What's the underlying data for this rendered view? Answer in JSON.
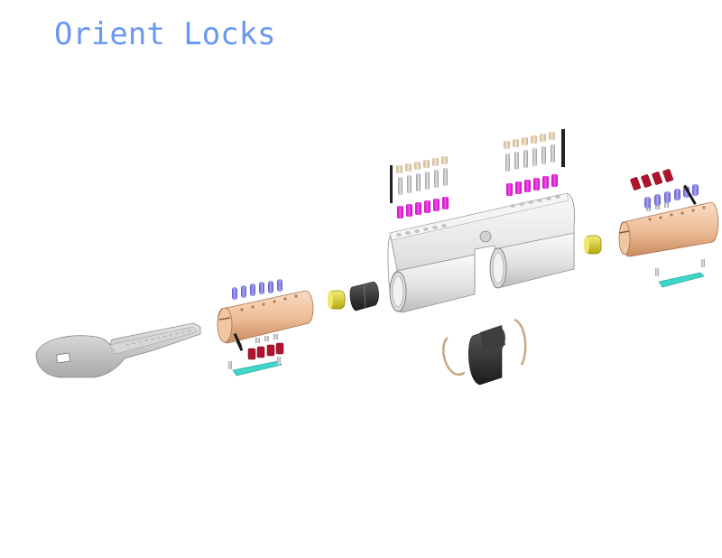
{
  "title": "Orient Locks",
  "colors": {
    "title": "#6a98f0",
    "background": "#ffffff",
    "key": "#c8c8c8",
    "plug_brass": "#efbf9a",
    "upper_pins_beige": "#e8d2b6",
    "pin_silver": "#c9c9c9",
    "driver_pins_magenta": "#e21bd8",
    "key_pins_blue": "#8a86e6",
    "side_bars_red": "#b0142c",
    "side_slider_cyan": "#3fd6c8",
    "retaining_cap_yellow": "#e2d82a",
    "cam_black": "#2e2e2e",
    "housing_silver": "#e6e6e6"
  },
  "diagram": {
    "type": "exploded-view",
    "subject": "euro profile double cylinder lock",
    "components": [
      {
        "name": "key"
      },
      {
        "name": "left-plug",
        "key_pins": 6,
        "side_bars": 4
      },
      {
        "name": "left-retaining-cap"
      },
      {
        "name": "left-coupler"
      },
      {
        "name": "cylinder-housing",
        "pin_stacks_per_side": 6
      },
      {
        "name": "center-cam"
      },
      {
        "name": "cam-retaining-clips",
        "count": 2
      },
      {
        "name": "right-retaining-cap"
      },
      {
        "name": "right-plug",
        "key_pins": 6,
        "side_bars": 4
      }
    ]
  }
}
